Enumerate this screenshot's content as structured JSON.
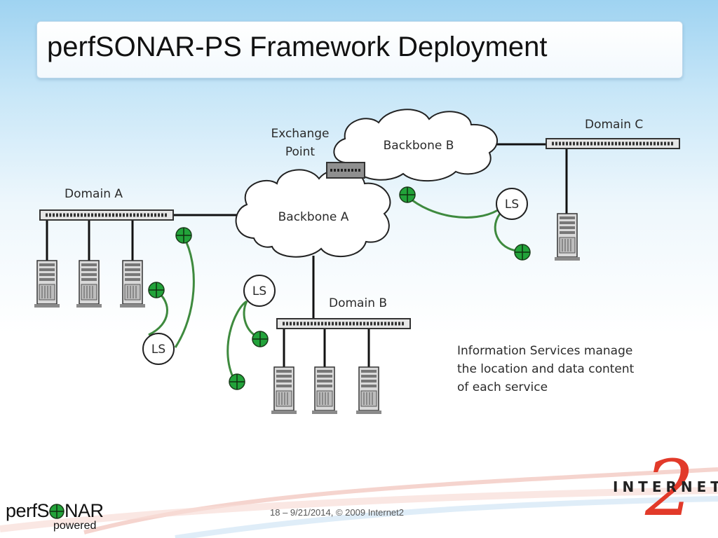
{
  "slide": {
    "title": "perfSONAR-PS Framework Deployment",
    "footer": "18 – 9/21/2014, © 2009 Internet2"
  },
  "diagram": {
    "exchange_point_line1": "Exchange",
    "exchange_point_line2": "Point",
    "backbone_b": "Backbone B",
    "backbone_a": "Backbone A",
    "domain_a": "Domain A",
    "domain_b": "Domain B",
    "domain_c": "Domain C",
    "ls_label": "LS",
    "info_line1": "Information Services manage",
    "info_line2": "the location and data content",
    "info_line3": "of each service"
  },
  "logos": {
    "perfsonar_left": "perfS",
    "perfsonar_right": "NAR",
    "perfsonar_sub": "powered",
    "internet2_text": "INTERNET",
    "internet2_numeral": "2"
  },
  "colors": {
    "service_green": "#22a33a",
    "link_green": "#3e8a3e",
    "title_text": "#111111"
  }
}
